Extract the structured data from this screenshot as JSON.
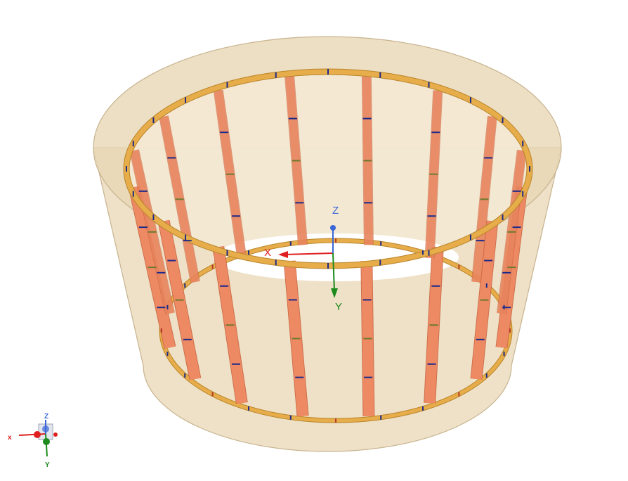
{
  "viewport": {
    "title": "",
    "model": {
      "outer_shell_color": "#e9d7b4",
      "outer_shell_edge": "#c7b38f",
      "ring_color": "#e7ad4a",
      "ring_edge": "#b9852b",
      "strut_color": "#ee8a63",
      "strut_edge": "#c9643f",
      "tick_color": "#1c2a8a",
      "tick_secondary_color": "#6d7a2d",
      "strut_count": 16
    },
    "csys": {
      "x_label": "X",
      "y_label": "Y",
      "z_label": "Z",
      "x_color": "#e02020",
      "y_color": "#1d8a1d",
      "z_color": "#3a67d8"
    },
    "triad": {
      "x_label": "x",
      "y_label": "Y",
      "z_label": "Z",
      "x_color": "#e02020",
      "y_color": "#1d8a1d",
      "z_color": "#3a67d8"
    }
  }
}
